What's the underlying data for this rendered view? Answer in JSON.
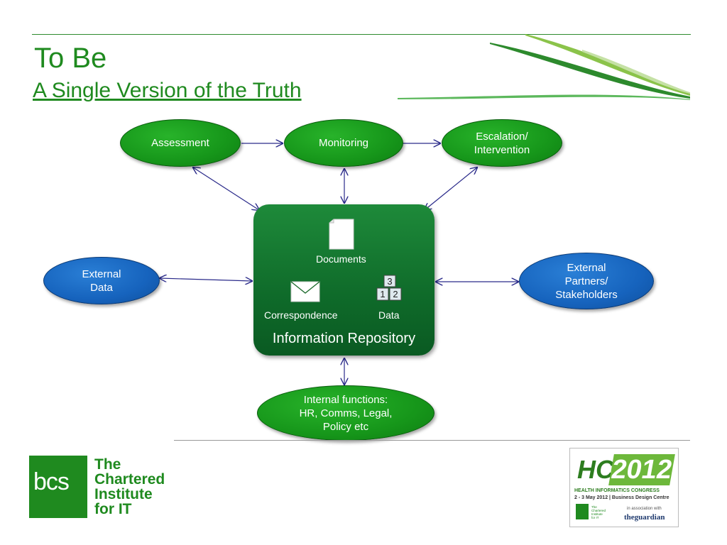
{
  "slide": {
    "title": "To Be",
    "subtitle": "A Single Version of the Truth"
  },
  "nodes": {
    "assessment": "Assessment",
    "monitoring": "Monitoring",
    "escalation": "Escalation/\nIntervention",
    "external_data": "External\nData",
    "external_partners": "External\nPartners/\nStakeholders",
    "internal_functions": "Internal functions:\nHR, Comms, Legal,\nPolicy etc"
  },
  "repository": {
    "title": "Information Repository",
    "documents": "Documents",
    "correspondence": "Correspondence",
    "data": "Data",
    "blocks": [
      "3",
      "1",
      "2"
    ]
  },
  "footer": {
    "bcs_mark": "bcs",
    "bcs_name": "The\nChartered\nInstitute\nfor IT",
    "hc_mark": "HC",
    "hc_year": "2012",
    "hc_line1": "HEALTH INFORMATICS CONGRESS",
    "hc_line2": "2 - 3 May 2012 | Business Design Centre",
    "hc_bcs_name": "The\nChartered\nInstitute\nfor IT",
    "hc_assoc": "in association with",
    "hc_partner": "theguardian"
  },
  "colors": {
    "green": "#1f8a1f",
    "node_green": "#16961a",
    "node_blue": "#1663bd",
    "repo_green": "#0f6b2a",
    "arrow": "#2a2a8a"
  }
}
